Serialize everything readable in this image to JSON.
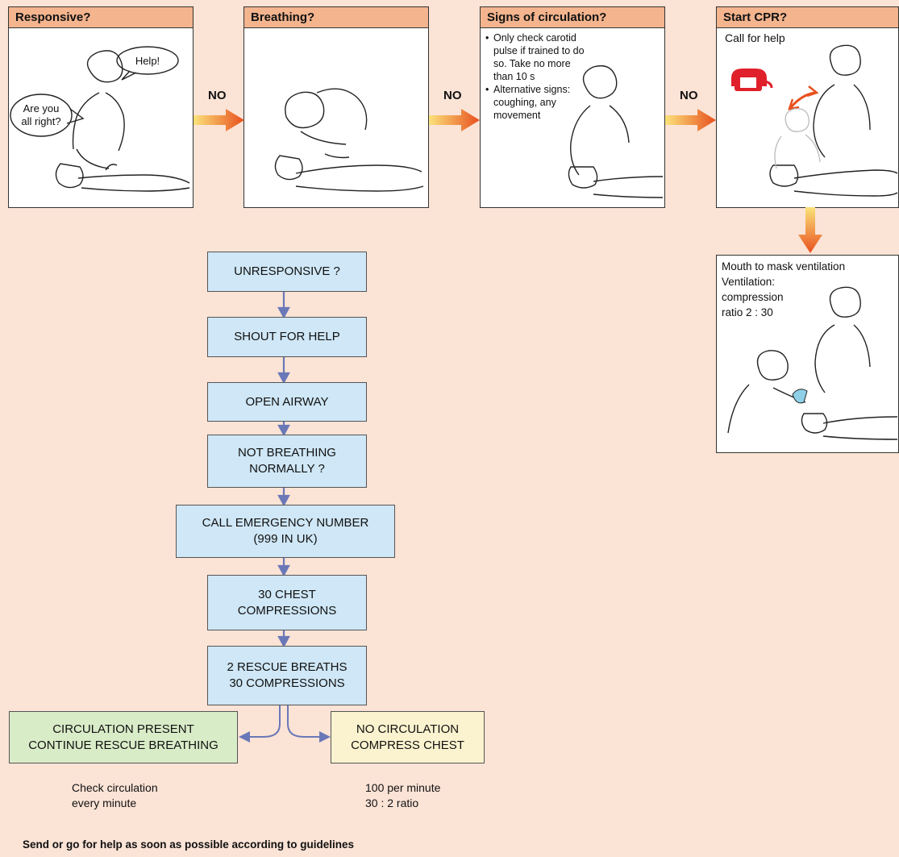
{
  "panels": {
    "responsive": {
      "title": "Responsive?",
      "help_bubble": "Help!",
      "question_bubble": "Are you\nall right?"
    },
    "breathing": {
      "title": "Breathing?"
    },
    "circulation": {
      "title": "Signs of circulation?",
      "bullets": [
        "Only check carotid pulse if trained to do so. Take no more than 10 s",
        "Alternative signs: coughing, any movement"
      ]
    },
    "start_cpr": {
      "title": "Start CPR?",
      "call_for_help": "Call for help"
    },
    "ventilation": {
      "line1": "Mouth to mask ventilation",
      "line2": "Ventilation:",
      "line3": "compression",
      "line4": "ratio 2 : 30"
    }
  },
  "no_labels": [
    "NO",
    "NO",
    "NO"
  ],
  "flowchart": {
    "steps": [
      "UNRESPONSIVE ?",
      "SHOUT FOR HELP",
      "OPEN AIRWAY",
      "NOT BREATHING\nNORMALLY ?",
      "CALL EMERGENCY NUMBER\n(999 IN UK)",
      "30 CHEST\nCOMPRESSIONS",
      "2 RESCUE BREATHS\n30 COMPRESSIONS"
    ],
    "left_outcome": "CIRCULATION PRESENT\nCONTINUE RESCUE BREATHING",
    "right_outcome": "NO CIRCULATION\nCOMPRESS CHEST",
    "left_note": "Check circulation\nevery minute",
    "right_note": "100 per minute\n30 : 2 ratio"
  },
  "footer": "Send or go for help as soon as possible according to guidelines",
  "colors": {
    "background": "#fbe3d6",
    "panel_header": "#f3b48e",
    "flow_box": "#cfe7f6",
    "outcome_green": "#d9ecc8",
    "outcome_yellow": "#fbf3cf",
    "connector": "#6a78b8",
    "arrow_start": "#fbe27a",
    "arrow_end": "#e8501e",
    "phone": "#e0202a"
  },
  "icons": [
    "gradient-arrow-icon",
    "telephone-icon",
    "double-arrow-icon",
    "connector-arrow-icon"
  ]
}
